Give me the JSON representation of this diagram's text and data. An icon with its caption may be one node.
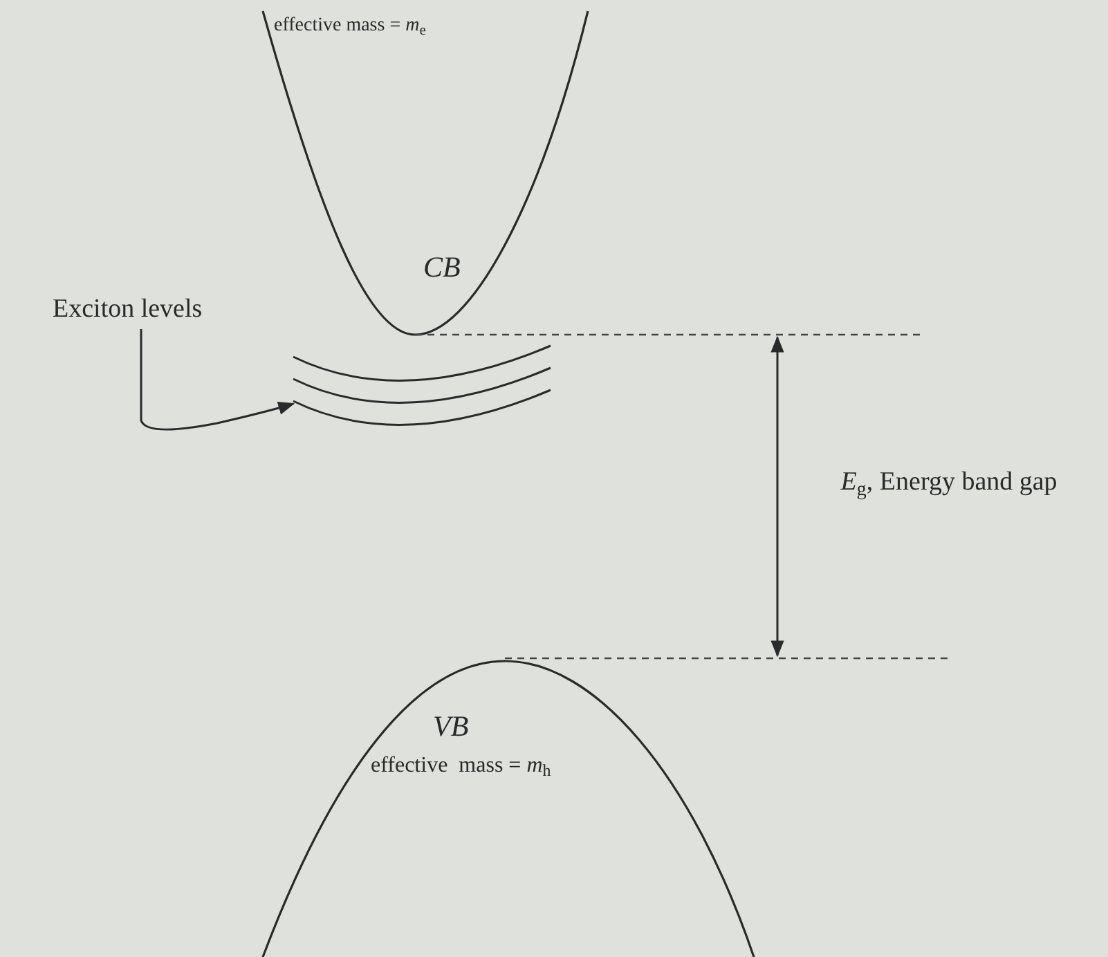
{
  "diagram": {
    "nodes": [
      {
        "text": [
          "Exciton levels"
        ]
      },
      {
        "text": [],
        "shape": "curve"
      }
    ],
    "edges": [
      {
        "from": 0,
        "to": 1,
        "arrow": "to"
      }
    ],
    "labels": [
      "effective mass = *m*$_{e}$",
      "CB",
      "*E*$_{g}$, Energy band gap",
      "VB",
      "effective  mass = *m*$_{h}$"
    ]
  }
}
